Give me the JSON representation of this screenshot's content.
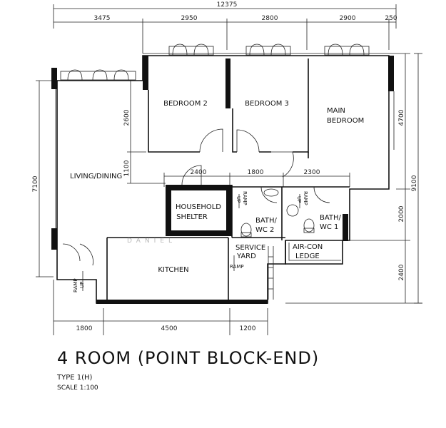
{
  "drawing": {
    "dimensions": {
      "overall_top": "12375",
      "top_segments": [
        "3475",
        "2950",
        "2800",
        "2900",
        "250"
      ],
      "bottom_segments": [
        "1800",
        "4500",
        "1200"
      ],
      "left_overall": "7100",
      "left_2600": "2600",
      "left_1100": "1100",
      "interior_2400": "2400",
      "interior_1800": "1800",
      "interior_2300": "2300",
      "right_4700": "4700",
      "right_9100": "9100",
      "right_2000": "2000",
      "right_2400": "2400"
    },
    "rooms": {
      "bedroom2": "BEDROOM 2",
      "bedroom3": "BEDROOM 3",
      "main_bedroom_1": "MAIN",
      "main_bedroom_2": "BEDROOM",
      "living": "LIVING/DINING",
      "shelter_1": "HOUSEHOLD",
      "shelter_2": "SHELTER",
      "bath2_1": "BATH/",
      "bath2_2": "WC 2",
      "bath1_1": "BATH/",
      "bath1_2": "WC 1",
      "service_1": "SERVICE",
      "service_2": "YARD",
      "aircon_1": "AIR-CON",
      "aircon_2": "LEDGE",
      "kitchen": "KITCHEN"
    },
    "ramps": {
      "ramp_label": "RAMP",
      "up_label": "UP"
    },
    "watermark": "DANIEL"
  },
  "caption": {
    "title": "4 ROOM (POINT BLOCK-END)",
    "type": "TYPE 1(H)",
    "scale": "SCALE  1:100"
  }
}
